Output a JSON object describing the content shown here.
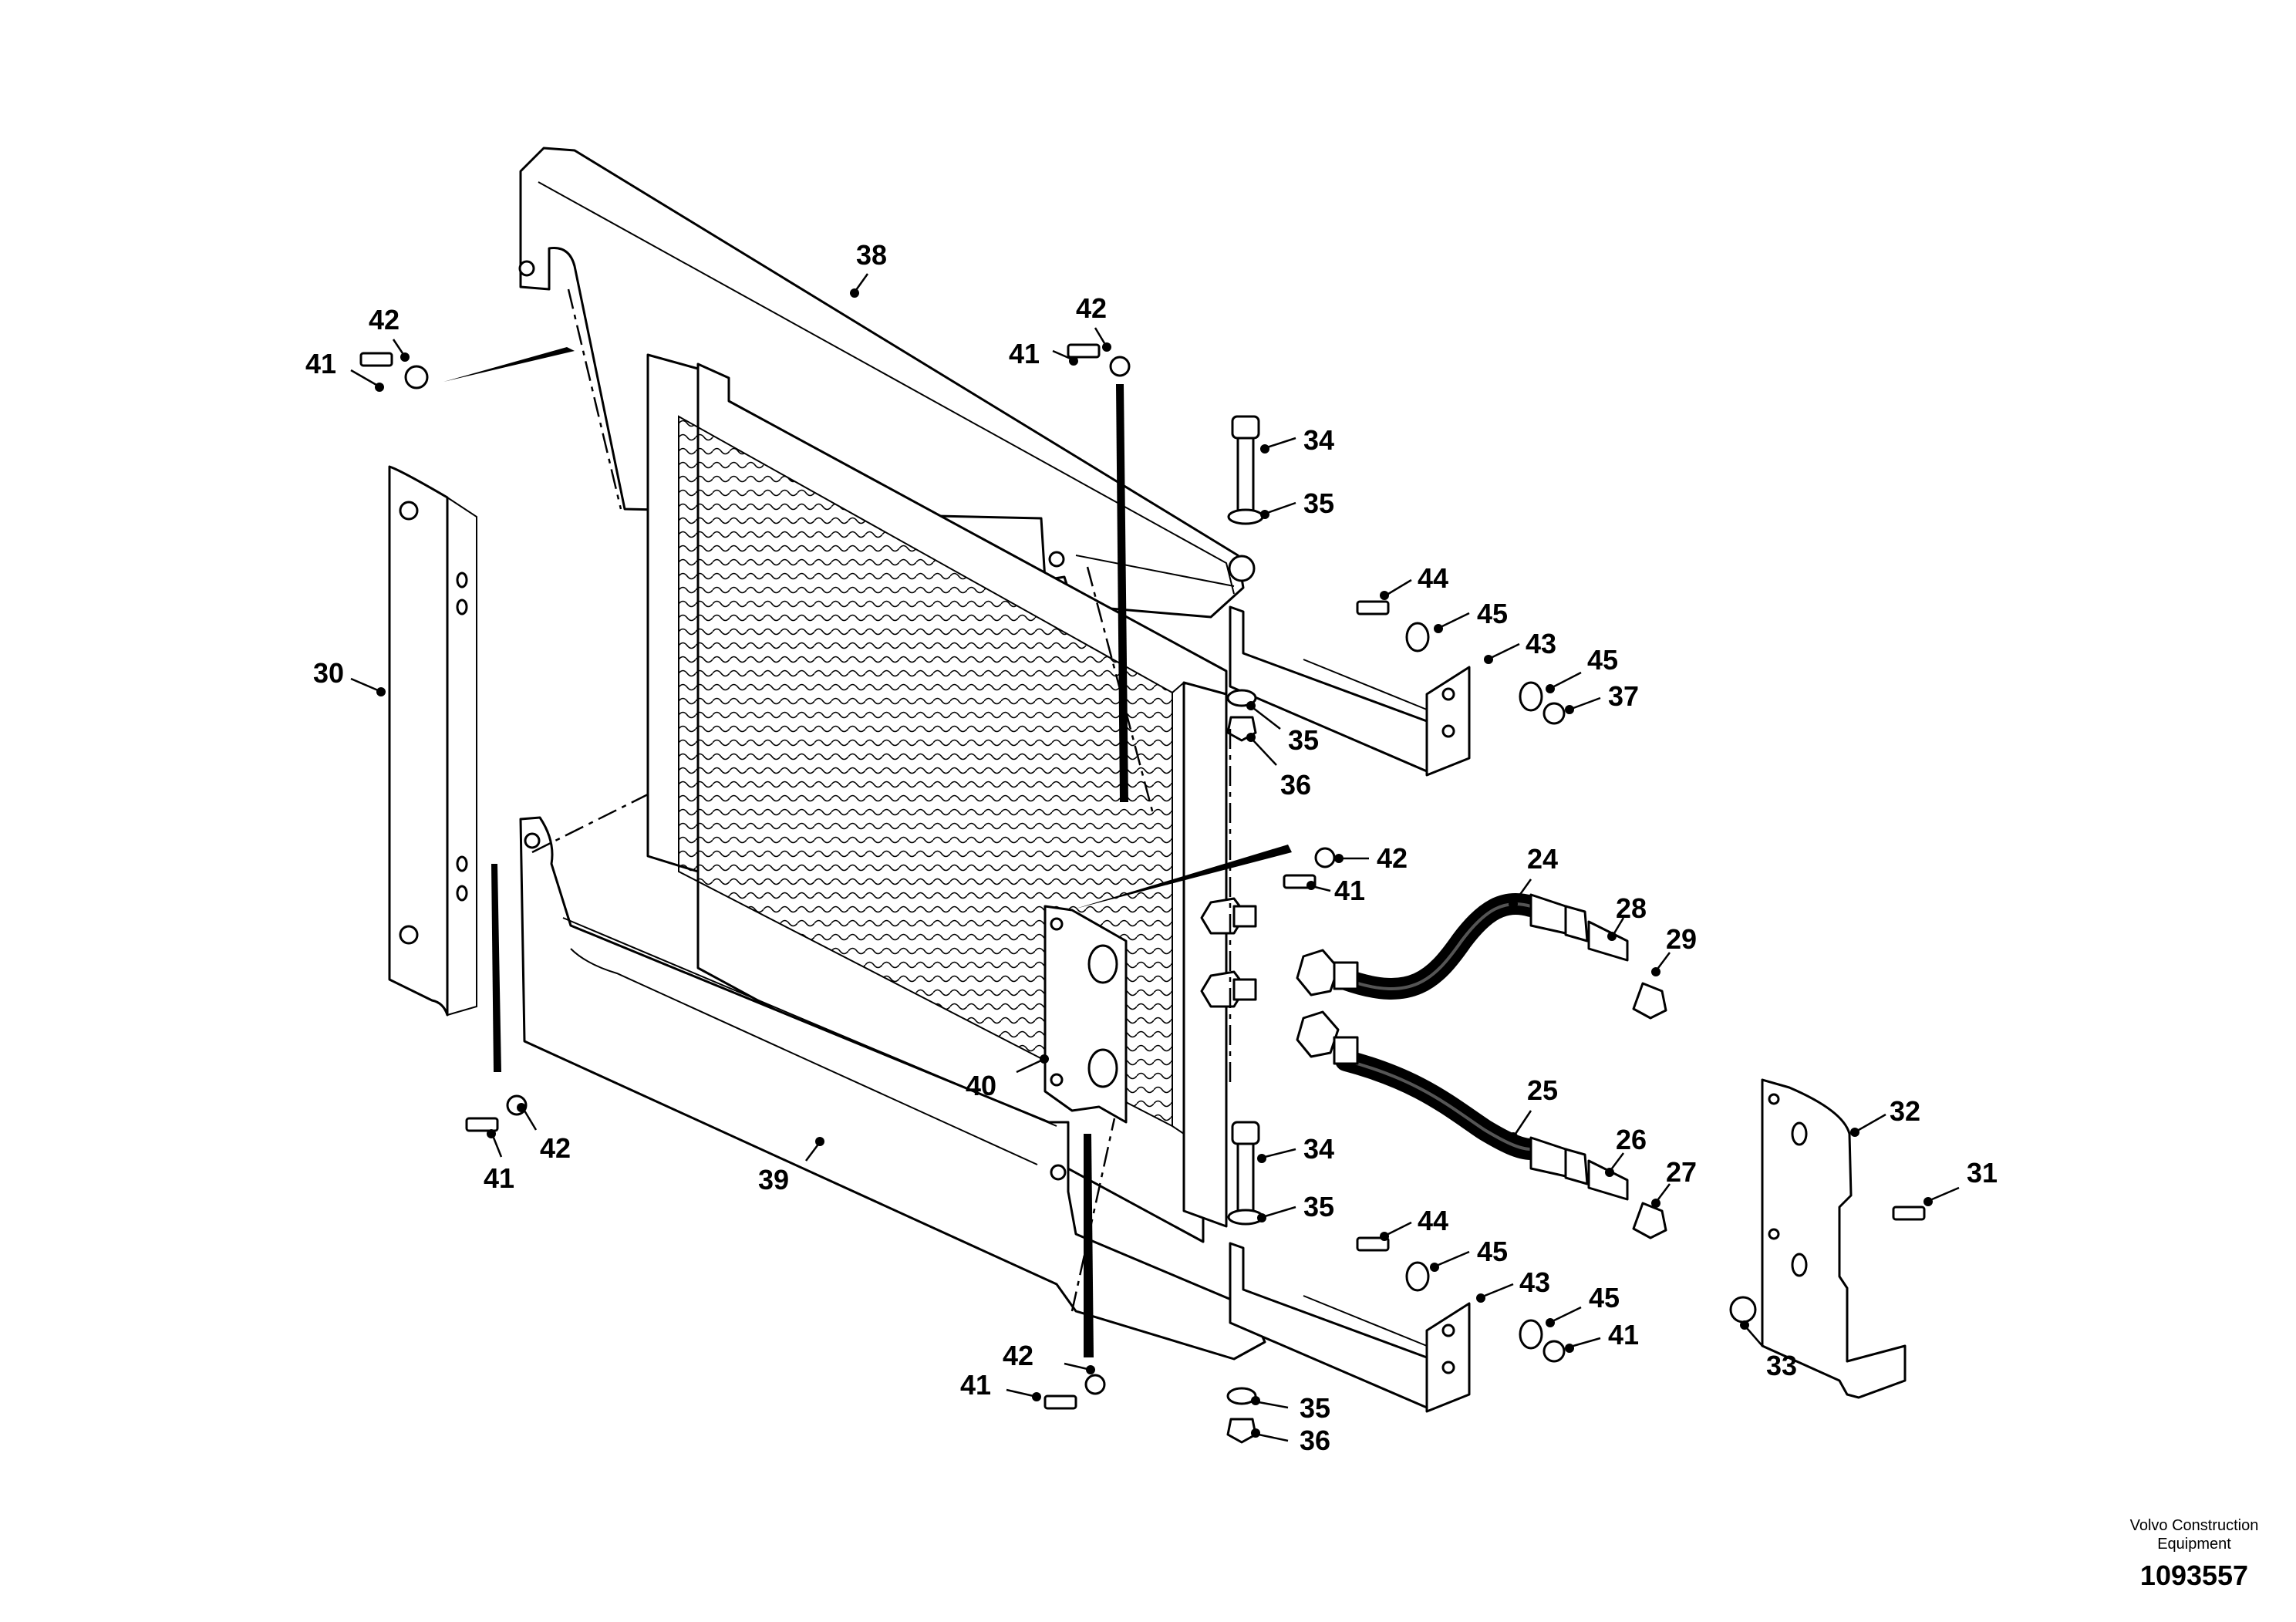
{
  "callouts": [
    {
      "label": "38"
    },
    {
      "label": "42"
    },
    {
      "label": "41"
    },
    {
      "label": "42"
    },
    {
      "label": "41"
    },
    {
      "label": "34"
    },
    {
      "label": "35"
    },
    {
      "label": "44"
    },
    {
      "label": "45"
    },
    {
      "label": "43"
    },
    {
      "label": "45"
    },
    {
      "label": "37"
    },
    {
      "label": "30"
    },
    {
      "label": "35"
    },
    {
      "label": "36"
    },
    {
      "label": "42"
    },
    {
      "label": "41"
    },
    {
      "label": "24"
    },
    {
      "label": "28"
    },
    {
      "label": "29"
    },
    {
      "label": "25"
    },
    {
      "label": "26"
    },
    {
      "label": "27"
    },
    {
      "label": "32"
    },
    {
      "label": "31"
    },
    {
      "label": "40"
    },
    {
      "label": "42"
    },
    {
      "label": "41"
    },
    {
      "label": "39"
    },
    {
      "label": "34"
    },
    {
      "label": "35"
    },
    {
      "label": "44"
    },
    {
      "label": "45"
    },
    {
      "label": "43"
    },
    {
      "label": "45"
    },
    {
      "label": "41"
    },
    {
      "label": "33"
    },
    {
      "label": "42"
    },
    {
      "label": "41"
    },
    {
      "label": "35"
    },
    {
      "label": "36"
    }
  ],
  "publisher": {
    "line1": "Volvo Construction",
    "line2": "Equipment"
  },
  "document_number": "1093557"
}
